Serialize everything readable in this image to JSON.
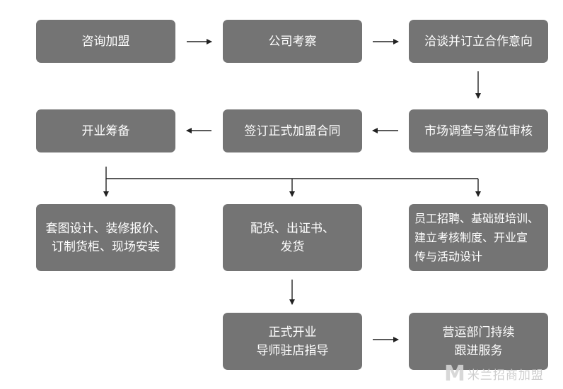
{
  "nodes": {
    "consult": {
      "lines": [
        "咨询加盟"
      ]
    },
    "inspect": {
      "lines": [
        "公司考察"
      ]
    },
    "negotiate": {
      "lines": [
        "洽谈并订立合作意向"
      ]
    },
    "survey": {
      "lines": [
        "市场调查与落位审核"
      ]
    },
    "contract": {
      "lines": [
        "签订正式加盟合同"
      ]
    },
    "prepare": {
      "lines": [
        "开业筹备"
      ]
    },
    "design": {
      "lines": [
        "套图设计、装修报价、",
        "订制货柜、现场安装"
      ]
    },
    "delivery": {
      "lines": [
        "配货、出证书、",
        "发货"
      ]
    },
    "training": {
      "lines": [
        "员工招聘、基础班培训、",
        "建立考核制度、开业宣",
        "传与活动设计"
      ]
    },
    "opening": {
      "lines": [
        "正式开业",
        "导师驻店指导"
      ]
    },
    "service": {
      "lines": [
        "营运部门持续",
        "跟进服务"
      ]
    }
  },
  "watermark": {
    "mark": "M",
    "text": "米兰招商加盟"
  },
  "colors": {
    "box": "#747474",
    "text": "#ffffff",
    "line": "#222222"
  }
}
